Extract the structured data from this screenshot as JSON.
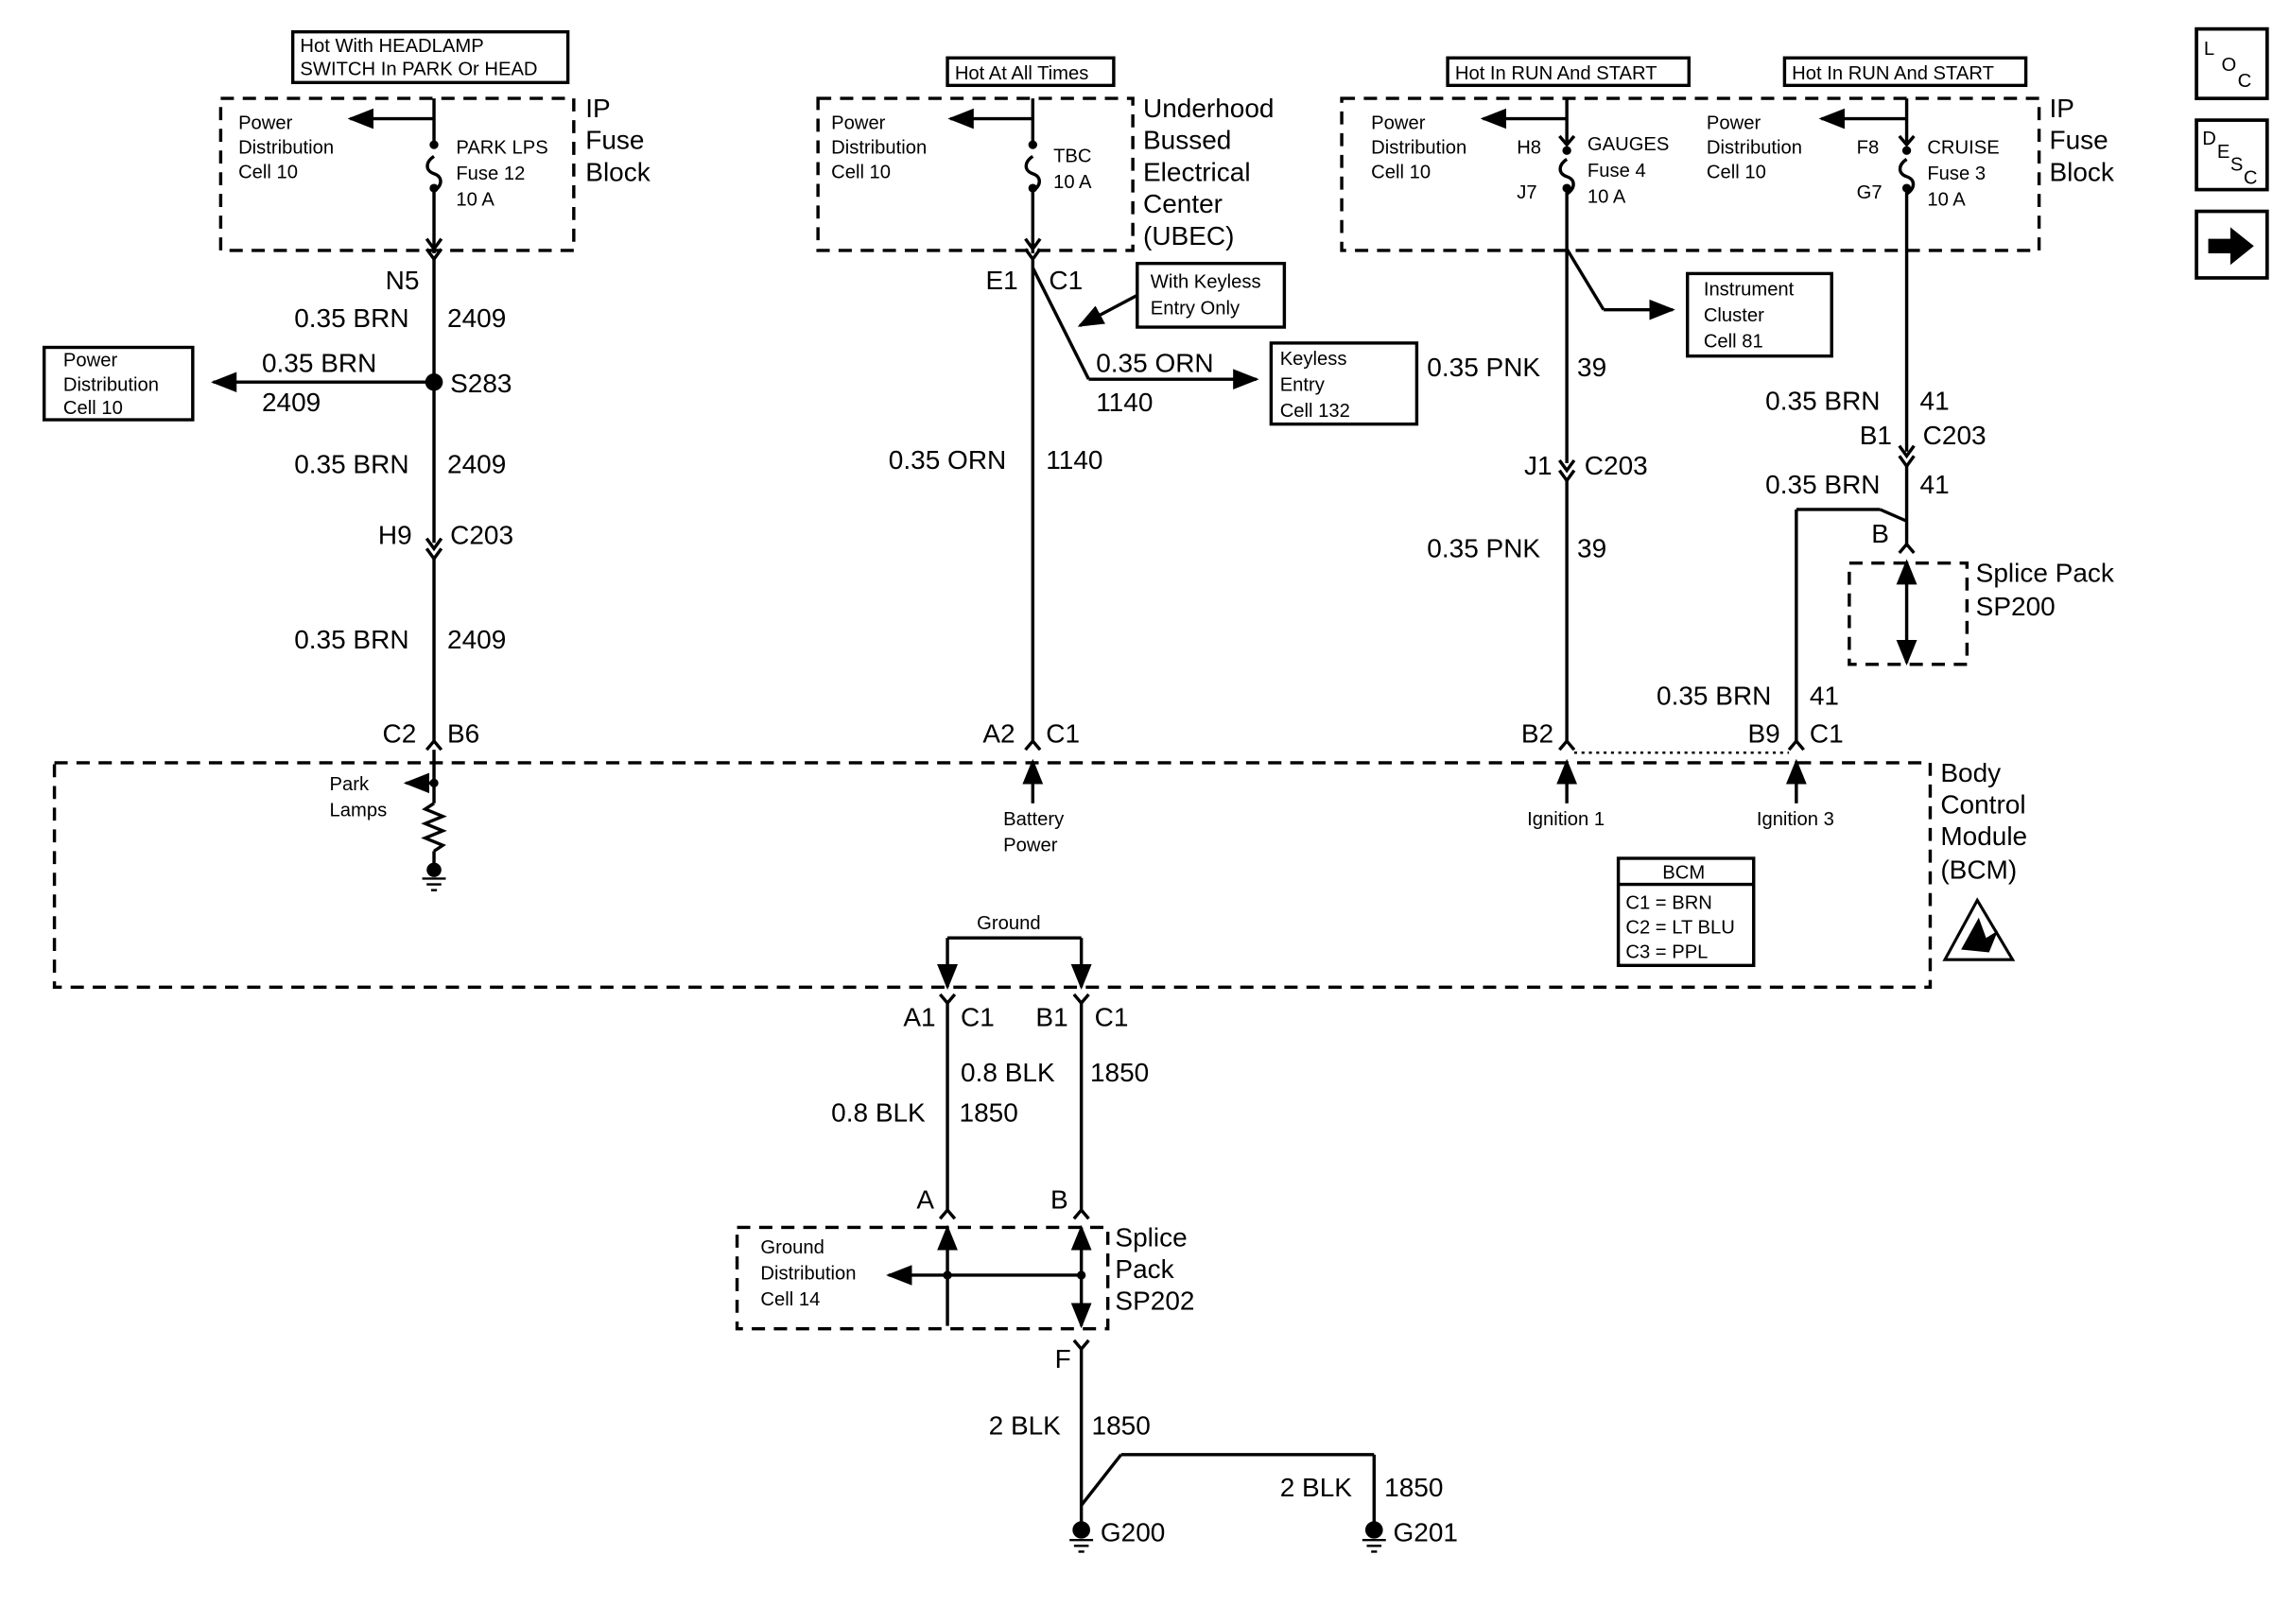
{
  "nav": {
    "loc": [
      "L",
      "O",
      "C"
    ],
    "desc": [
      "D",
      "E",
      "S",
      "C"
    ],
    "next_icon": "right-arrow-icon"
  },
  "tags": {
    "headlamp": [
      "Hot With HEADLAMP",
      "SWITCH In PARK Or HEAD"
    ],
    "all_times": "Hot At All Times",
    "run_start_1": "Hot In RUN And START",
    "run_start_2": "Hot In RUN And START"
  },
  "ip_fuse_block_left": [
    "IP",
    "Fuse",
    "Block"
  ],
  "ip_fuse_block_right": [
    "IP",
    "Fuse",
    "Block"
  ],
  "ubec": [
    "Underhood",
    "Bussed",
    "Electrical",
    "Center",
    "(UBEC)"
  ],
  "pd_cell10": [
    "Power",
    "Distribution",
    "Cell 10"
  ],
  "fuse_park": [
    "PARK LPS",
    "Fuse 12",
    "10 A"
  ],
  "fuse_tbc": [
    "TBC",
    "10 A"
  ],
  "fuse_gauges": [
    "GAUGES",
    "Fuse 4",
    "10 A"
  ],
  "fuse_cruise": [
    "CRUISE",
    "Fuse 3",
    "10 A"
  ],
  "pins": {
    "h8": "H8",
    "j7": "J7",
    "f8": "F8",
    "g7": "G7",
    "n5": "N5",
    "e1": "E1",
    "c1_ubec": "C1",
    "h9": "H9",
    "c203_a": "C203",
    "j1": "J1",
    "c203_b": "C203",
    "b1": "B1",
    "c203_c": "C203",
    "b": "B",
    "c2": "C2",
    "b6": "B6",
    "a2": "A2",
    "c1_a2": "C1",
    "b2": "B2",
    "b9": "B9",
    "c1_b9": "C1",
    "a1": "A1",
    "c1_a1": "C1",
    "b1_gnd": "B1",
    "c1_b1": "C1",
    "a_sp": "A",
    "b_sp": "B",
    "f_sp": "F",
    "s283": "S283"
  },
  "wires": {
    "w2409_a": [
      "0.35 BRN",
      "2409"
    ],
    "w2409_b": [
      "0.35 BRN",
      "2409"
    ],
    "w2409_c": [
      "0.35 BRN",
      "2409"
    ],
    "w2409_d": [
      "0.35 BRN",
      "2409"
    ],
    "w1140_a": [
      "0.35 ORN",
      "1140"
    ],
    "w1140_b": [
      "0.35 ORN",
      "1140"
    ],
    "w39_a": [
      "0.35 PNK",
      "39"
    ],
    "w39_b": [
      "0.35 PNK",
      "39"
    ],
    "w41_a": [
      "0.35 BRN",
      "41"
    ],
    "w41_b": [
      "0.35 BRN",
      "41"
    ],
    "w41_c": [
      "0.35 BRN",
      "41"
    ],
    "w1850_a": [
      "0.8 BLK",
      "1850"
    ],
    "w1850_b": [
      "0.8 BLK",
      "1850"
    ],
    "w1850_c": [
      "2 BLK",
      "1850"
    ],
    "w1850_d": [
      "2 BLK",
      "1850"
    ]
  },
  "refs": {
    "pd_left": [
      "Power",
      "Distribution",
      "Cell 10"
    ],
    "keyless_only": [
      "With Keyless",
      "Entry Only"
    ],
    "keyless_entry": [
      "Keyless",
      "Entry",
      "Cell 132"
    ],
    "instrument_cluster": [
      "Instrument",
      "Cluster",
      "Cell 81"
    ],
    "ground_dist": [
      "Ground",
      "Distribution",
      "Cell 14"
    ]
  },
  "splice_sp200": [
    "Splice Pack",
    "SP200"
  ],
  "splice_sp202": [
    "Splice",
    "Pack",
    "SP202"
  ],
  "bcm": {
    "label": [
      "Body",
      "Control",
      "Module",
      "(BCM)"
    ],
    "park_lamps": [
      "Park",
      "Lamps"
    ],
    "battery_power": [
      "Battery",
      "Power"
    ],
    "ignition1": "Ignition 1",
    "ignition3": "Ignition 3",
    "ground": "Ground",
    "legend_title": "BCM",
    "legend": [
      "C1 = BRN",
      "C2 = LT BLU",
      "C3 = PPL"
    ]
  },
  "grounds": {
    "g200": "G200",
    "g201": "G201"
  }
}
